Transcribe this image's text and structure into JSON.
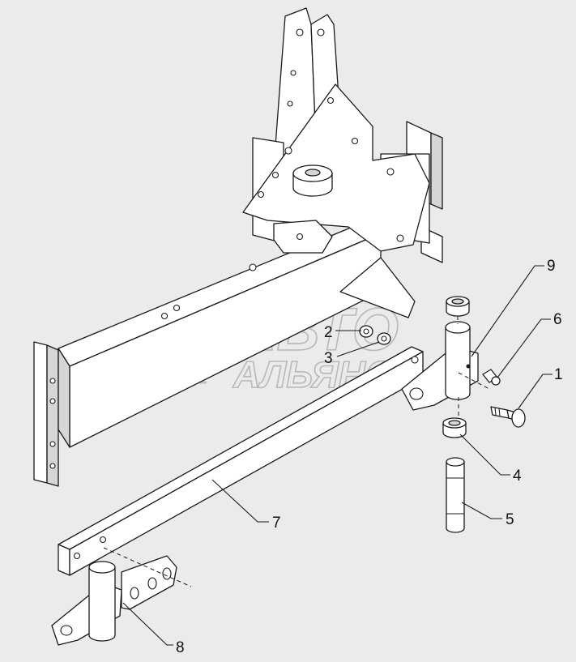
{
  "watermark": {
    "line1": "АВТО",
    "line2": "АЛЬЯНС",
    "color": "#b0b0b0"
  },
  "callouts": [
    {
      "id": "1",
      "label": "1"
    },
    {
      "id": "2",
      "label": "2"
    },
    {
      "id": "3",
      "label": "3"
    },
    {
      "id": "4",
      "label": "4"
    },
    {
      "id": "5",
      "label": "5"
    },
    {
      "id": "6",
      "label": "6"
    },
    {
      "id": "7",
      "label": "7"
    },
    {
      "id": "8",
      "label": "8"
    },
    {
      "id": "9",
      "label": "9"
    }
  ],
  "colors": {
    "background": "#ebebeb",
    "line": "#1a1a1a",
    "fill": "#ffffff"
  }
}
